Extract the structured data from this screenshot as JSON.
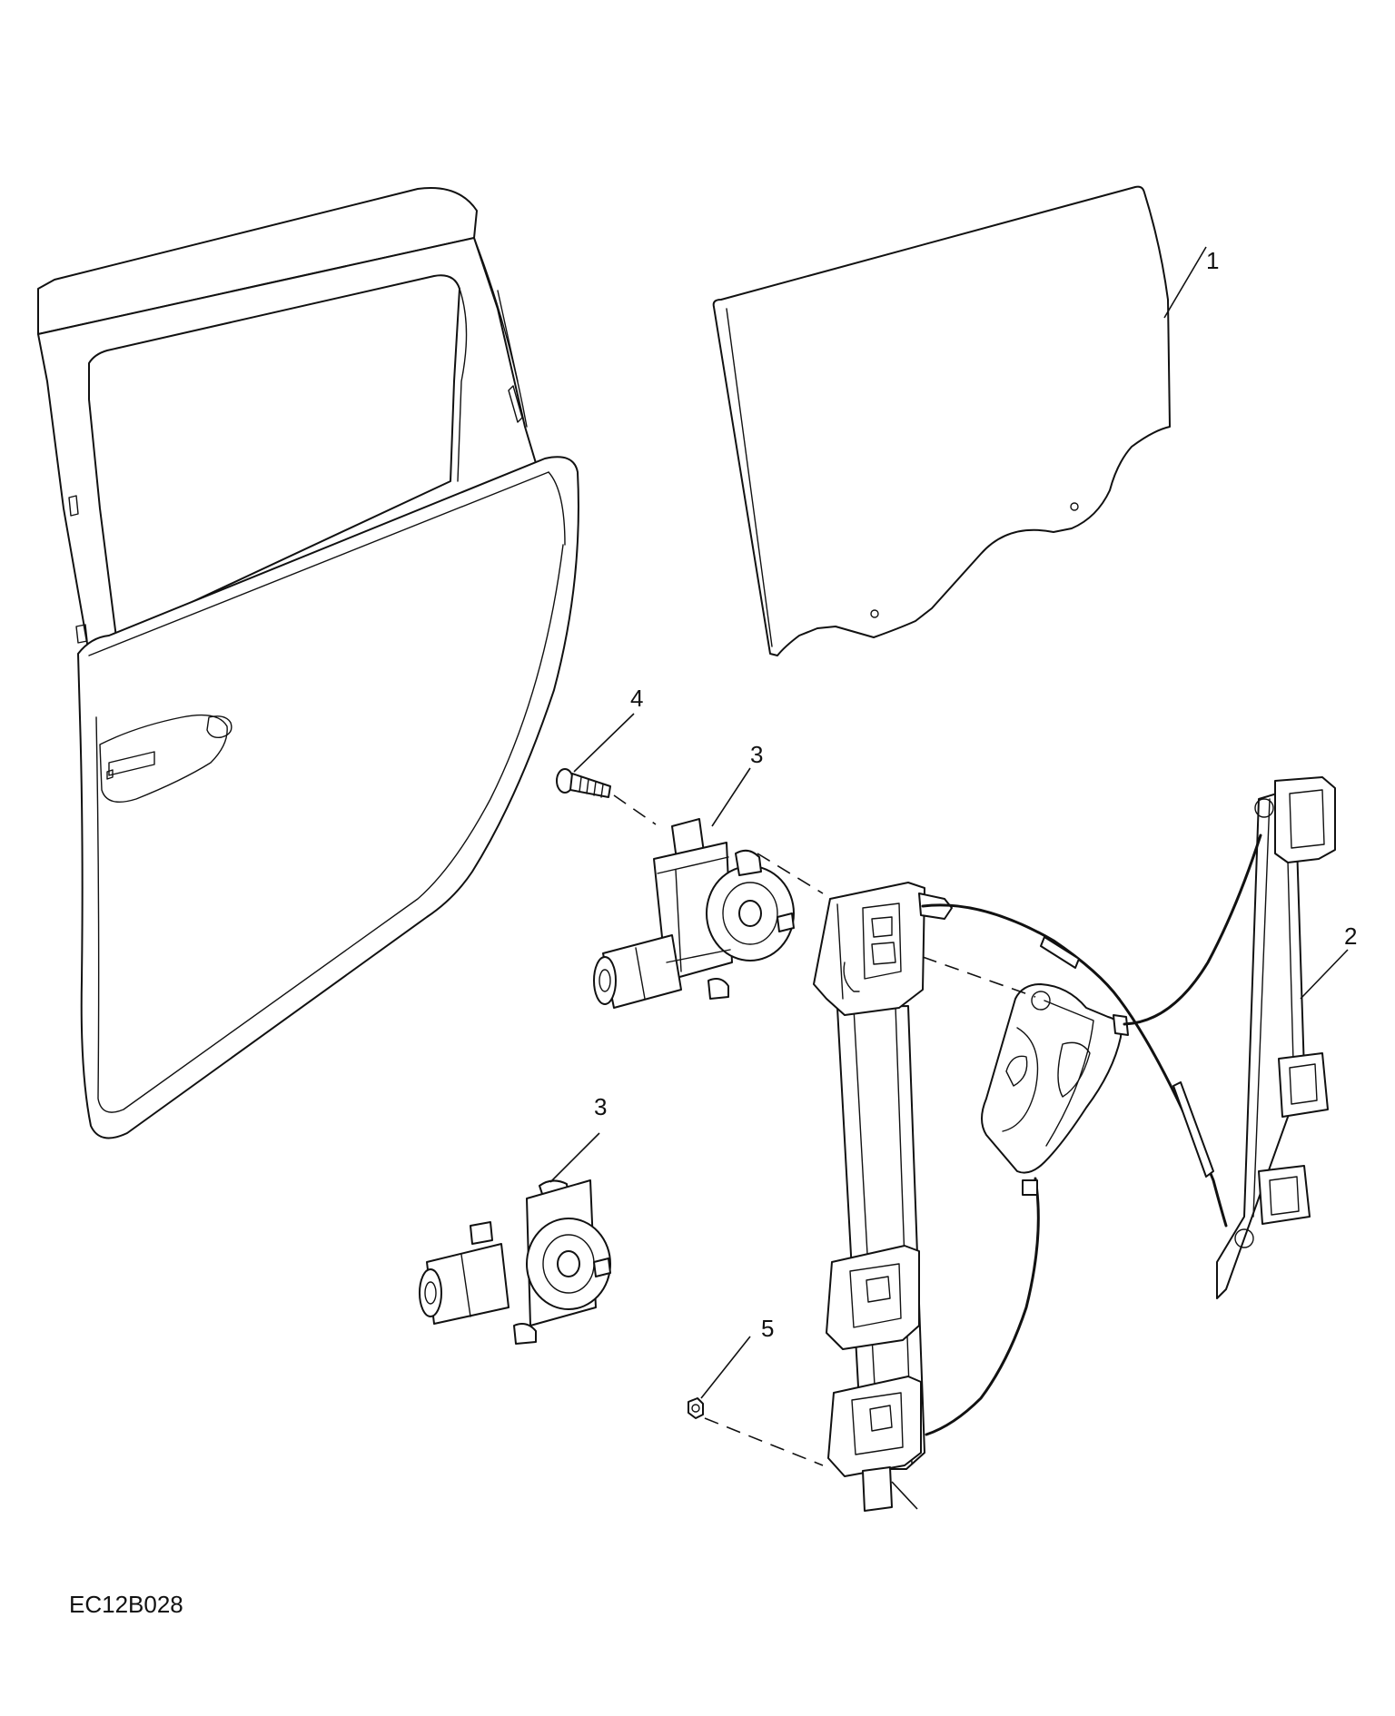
{
  "callouts": {
    "glass": "1",
    "regulator": "2",
    "motor_upper": "3",
    "motor_lower": "3",
    "screw": "4",
    "nut": "5"
  },
  "diagram_code": "EC12B028",
  "colors": {
    "line": "#111111",
    "background": "#ffffff"
  }
}
